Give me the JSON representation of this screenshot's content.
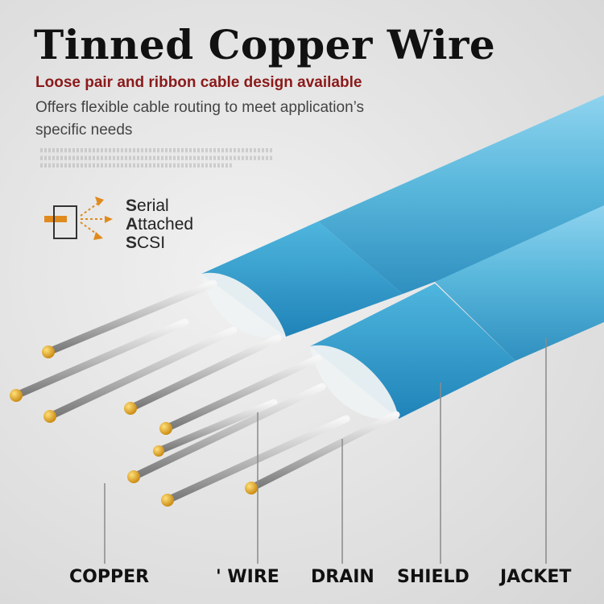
{
  "title": "Tinned Copper Wire",
  "subtitle": "Loose pair and ribbon cable design available",
  "description": "Offers flexible cable routing to meet application’s specific needs",
  "sas": {
    "s": "S",
    "erial": "erial",
    "a": "A",
    "ttached": "ttached",
    "s2": "S",
    "csi": "CSI"
  },
  "labels": {
    "copper": "COPPER",
    "wire": "' WIRE",
    "drain": "DRAIN",
    "shield": "SHIELD",
    "jacket": "JACKET"
  },
  "colors": {
    "jacket": "#5ab8dc",
    "shield": "#3ea6cf",
    "conductor_tip": "#e3a317",
    "subtitle": "#8b1a1a",
    "icon": "#e08a1e"
  }
}
